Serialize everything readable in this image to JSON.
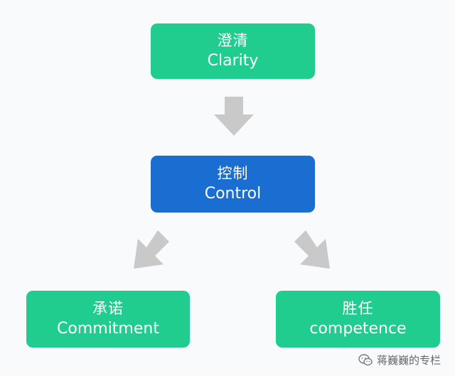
{
  "nodes": {
    "clarity": {
      "zh": "澄清",
      "en": "Clarity",
      "color": "#21cd8e"
    },
    "control": {
      "zh": "控制",
      "en": "Control",
      "color": "#1a6ed2"
    },
    "commitment": {
      "zh": "承诺",
      "en": "Commitment",
      "color": "#21cd8e"
    },
    "competence": {
      "zh": "胜任",
      "en": "competence",
      "color": "#21cd8e"
    }
  },
  "arrows": {
    "color": "#c9c9c9",
    "edges": [
      {
        "from": "clarity",
        "to": "control"
      },
      {
        "from": "control",
        "to": "commitment"
      },
      {
        "from": "control",
        "to": "competence"
      }
    ]
  },
  "watermark": {
    "icon": "wechat-icon",
    "text": "蒋巍巍的专栏"
  }
}
